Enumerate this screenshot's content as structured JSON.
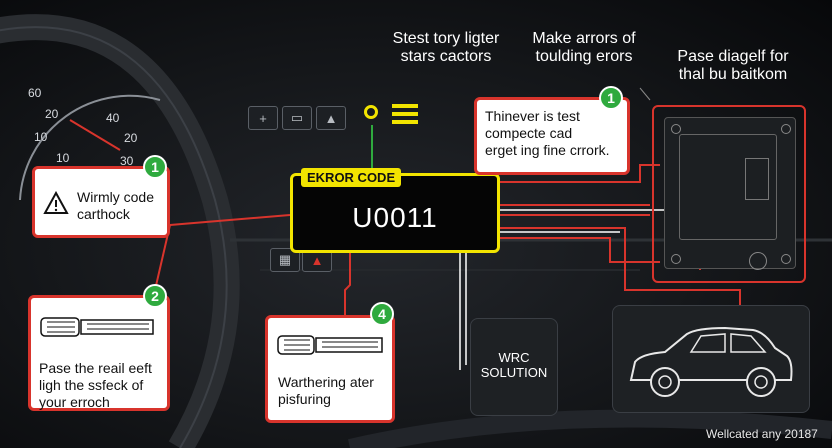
{
  "top_labels": {
    "left": [
      "Stest tory ligter",
      "stars cactors"
    ],
    "middle": [
      "Make arrors of",
      "toulding erors"
    ],
    "right": [
      "Pase diagelf for",
      "thal bu baitkom"
    ]
  },
  "gauge": {
    "ticks": [
      "60",
      "20",
      "40",
      "10",
      "20",
      "10",
      "30"
    ]
  },
  "error_panel": {
    "tag": "EKROR CODE",
    "code": "U0011"
  },
  "callout_top": {
    "number": "1",
    "lines": [
      "Thinever is test",
      "compecte cad",
      "erget ing fine crrork."
    ]
  },
  "callout_1": {
    "number": "1",
    "lines": [
      "Wirmly code",
      "carthock"
    ]
  },
  "callout_2": {
    "number": "2",
    "lines": [
      "Pase the reail eeft",
      "ligh the ssfeck of",
      "your erroch"
    ]
  },
  "callout_4": {
    "number": "4",
    "lines": [
      "Warthering ater",
      "pisfuring"
    ]
  },
  "solution_box": {
    "lines": [
      "WRC",
      "SOLUTION"
    ]
  },
  "footer": {
    "text": "Wellcated any 20187"
  },
  "colors": {
    "accent_red": "#d8342c",
    "highlight_yellow": "#f2e400",
    "badge_green": "#2faa3e"
  }
}
